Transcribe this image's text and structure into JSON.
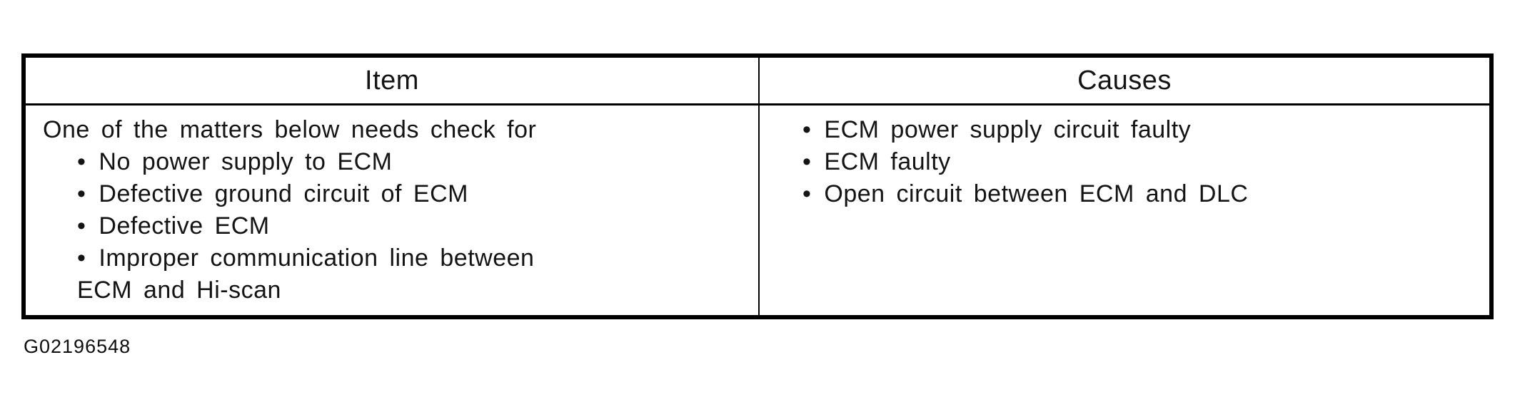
{
  "table": {
    "headers": {
      "item": "Item",
      "causes": "Causes"
    },
    "row": {
      "item": {
        "intro": "One of the matters below needs check for",
        "bullets": [
          "No power supply to ECM",
          "Defective ground circuit of ECM",
          "Defective ECM",
          "Improper communication line between\nECM and Hi-scan"
        ]
      },
      "causes": {
        "bullets": [
          "ECM power supply circuit faulty",
          "ECM faulty",
          "Open circuit between ECM and DLC"
        ]
      }
    }
  },
  "caption": "G02196548",
  "colors": {
    "border": "#000000",
    "text": "#141414",
    "background": "#ffffff"
  }
}
